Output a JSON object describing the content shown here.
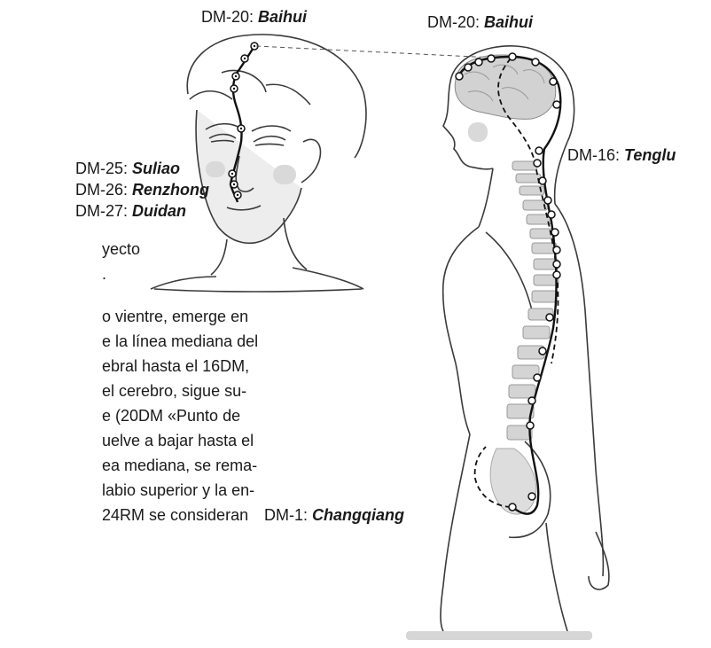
{
  "labels": {
    "front_top": {
      "prefix": "DM-20: ",
      "name": "Baihui"
    },
    "side_top": {
      "prefix": "DM-20: ",
      "name": "Baihui"
    },
    "dm16": {
      "prefix": "DM-16: ",
      "name": "Tenglu"
    },
    "dm25": {
      "prefix": "DM-25: ",
      "name": "Suliao"
    },
    "dm26": {
      "prefix": "DM-26: ",
      "name": "Renzhong"
    },
    "dm27": {
      "prefix": "DM-27: ",
      "name": "Duidan"
    },
    "dm1": {
      "prefix": "DM-1: ",
      "name": "Changqiang"
    }
  },
  "text_lines": [
    "yecto",
    ".",
    "o vientre, emerge en",
    "e la línea mediana del",
    "ebral hasta el 16DM,",
    " el cerebro, sigue su-",
    "e (20DM «Punto de",
    "uelve a bajar hasta el",
    "ea mediana, se rema-",
    "labio superior y la en-",
    "24RM se consideran"
  ],
  "colors": {
    "line": "#2b2b2b",
    "skin": "#e6e6e6",
    "brain": "#d2d2d2",
    "spine": "#cfcfcf",
    "cheek": "#d8d8d8"
  }
}
